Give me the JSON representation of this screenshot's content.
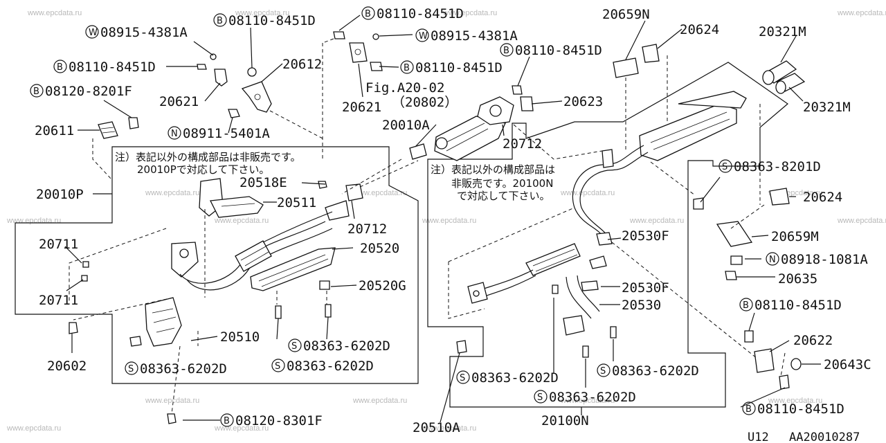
{
  "watermark": "www.epcdata.ru",
  "notes": {
    "left_line1": "注）表記以外の構成部品は非販売です。",
    "left_line2": "20010Pで対応して下さい。",
    "right_line1": "注）表記以外の構成部品は",
    "right_line2": "非販売です。20100N",
    "right_line3": "で対応して下さい。"
  },
  "figure_ref": {
    "line1": "Fig.A20-02",
    "line2": "（20802）"
  },
  "prefix": {
    "w": "W",
    "b": "B",
    "n": "N",
    "s": "S"
  },
  "labels": {
    "l_w_08915_left": "08915-4381A",
    "l_b_08110_top_left": "08110-8451D",
    "l_b_08110_top_mid": "08110-8451D",
    "l_w_08915_mid": "08915-4381A",
    "l_b_08110_left": "08110-8451D",
    "l_b_08110_mid": "08110-8451D",
    "l_b_08110_right_top": "08110-8451D",
    "l_b_08120_8201f": "08120-8201F",
    "l_n_08911": "08911-5401A",
    "l_s_08363_8201d": "08363-8201D",
    "l_n_08918": "08918-1081A",
    "l_b_08110_right_mid": "08110-8451D",
    "l_b_08110_right_bot": "08110-8451D",
    "l_s_6202_a": "08363-6202D",
    "l_s_6202_b": "08363-6202D",
    "l_s_6202_c": "08363-6202D",
    "l_s_6202_d": "08363-6202D",
    "l_s_6202_e": "08363-6202D",
    "l_s_6202_f": "08363-6202D",
    "l_b_08120_8301f": "08120-8301F",
    "p20612": "20612",
    "p20621a": "20621",
    "p20621b": "20621",
    "p20611": "20611",
    "p20659n": "20659N",
    "p20624a": "20624",
    "p20321m_a": "20321M",
    "p20321m_b": "20321M",
    "p20623": "20623",
    "p20010a": "20010A",
    "p20712a": "20712",
    "p20712b": "20712",
    "p20518e": "20518E",
    "p20511": "20511",
    "p20010p": "20010P",
    "p20520": "20520",
    "p20520g": "20520G",
    "p20711a": "20711",
    "p20711b": "20711",
    "p20510": "20510",
    "p20602": "20602",
    "p20624b": "20624",
    "p20659m": "20659M",
    "p20635": "20635",
    "p20530f_a": "20530F",
    "p20530f_b": "20530F",
    "p20530": "20530",
    "p20622": "20622",
    "p20643c": "20643C",
    "p20510a": "20510A",
    "p20100n": "20100N"
  },
  "footer": {
    "code": "U12",
    "ref": "AA20010287"
  }
}
